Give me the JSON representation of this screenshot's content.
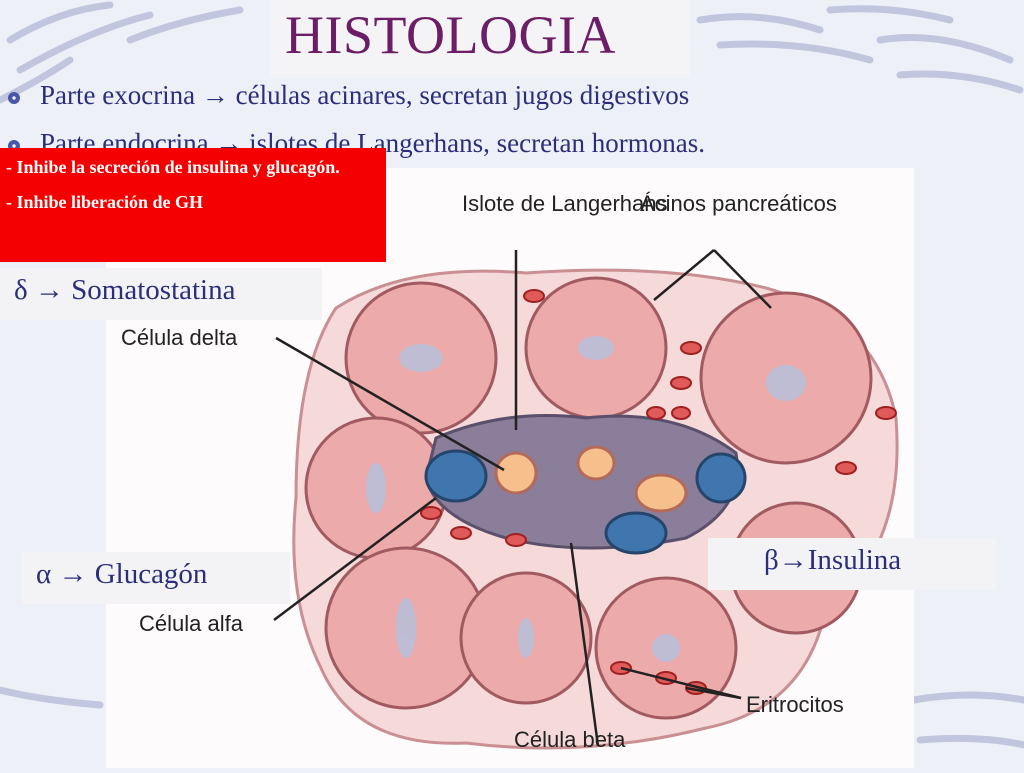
{
  "title": "HISTOLOGIA",
  "bullets": [
    "Parte exocrina → células acinares, secretan jugos digestivos",
    "Parte endocrina → islotes de Langerhans, secretan hormonas."
  ],
  "red_box": {
    "line1": "- Inhibe la secreción de insulina y glucagón.",
    "line2": "- Inhibe liberación de GH"
  },
  "labels": {
    "somatostatina": "δ → Somatostatina",
    "glucagon": "α → Glucagón",
    "insulina": "β→Insulina"
  },
  "figure": {
    "islote": "Islote de Langerhans",
    "acinos": "Ácinos pancreáticos",
    "celula_delta": "Célula delta",
    "celula_alfa": "Célula alfa",
    "celula_beta": "Célula beta",
    "eritrocitos": "Eritrocitos"
  },
  "colors": {
    "title": "#6b1e66",
    "text": "#2b2f7a",
    "red_box": "#f40000"
  }
}
